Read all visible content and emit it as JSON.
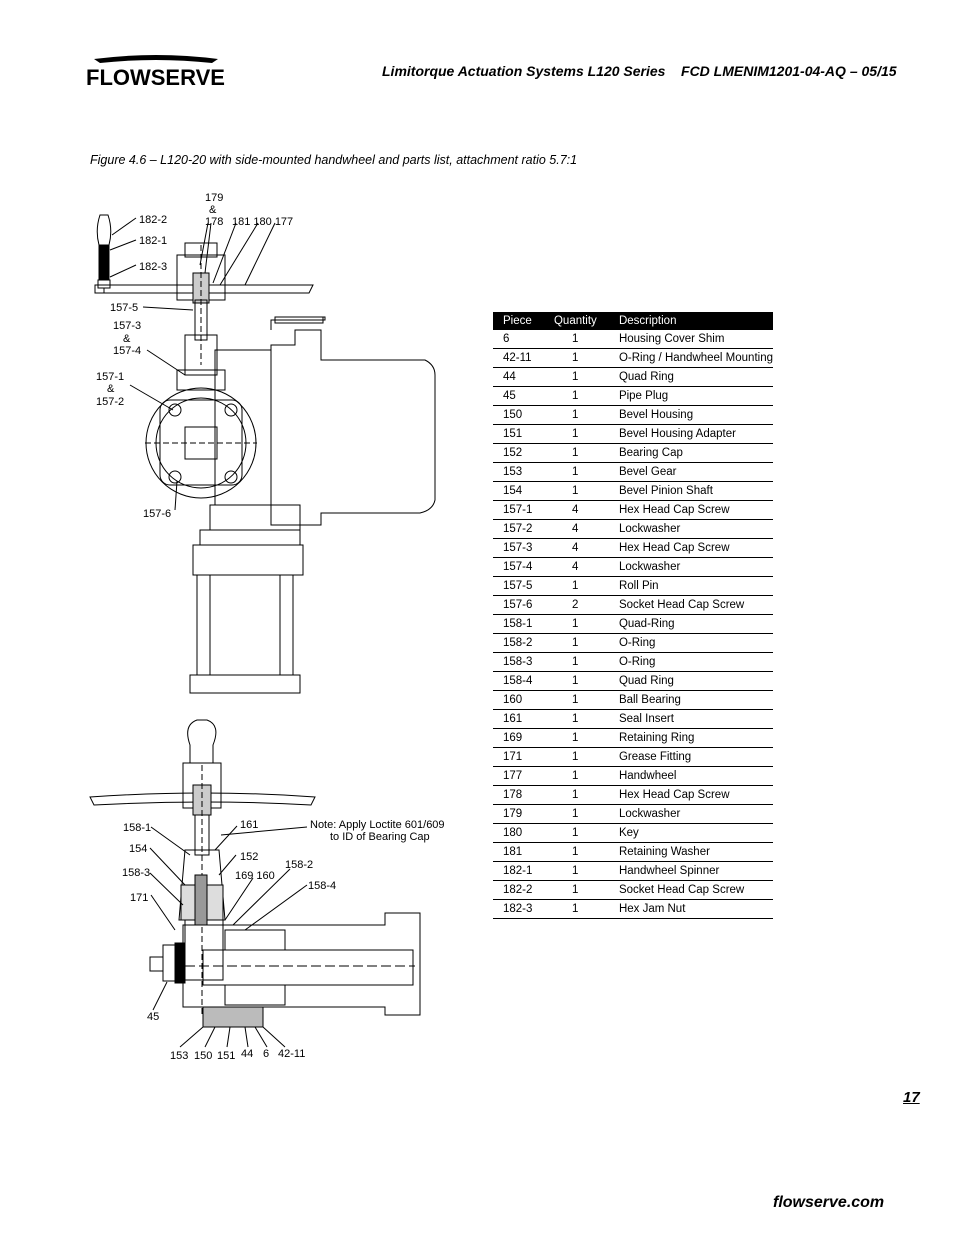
{
  "header": {
    "brand": "FLOWSERVE",
    "title": "Limitorque Actuation Systems L120 Series    FCD LMENIM1201-04-AQ – 05/15"
  },
  "figure": {
    "caption": "Figure 4.6 – L120-20 with side-mounted handwheel and parts list, attachment ratio 5.7:1",
    "top_labels": {
      "l179": "179",
      "amp1": "&",
      "l178": "178",
      "l181_180_177": "181 180 177",
      "l182_2": "182-2",
      "l182_1": "182-1",
      "l182_3": "182-3",
      "l157_5": "157-5",
      "l157_3": "157-3",
      "amp2": "&",
      "l157_4": "157-4",
      "l157_1": "157-1",
      "amp3": "&",
      "l157_2": "157-2",
      "l157_6": "157-6"
    },
    "bottom_labels": {
      "l158_1": "158-1",
      "l161": "161",
      "l154": "154",
      "l152": "152",
      "l158_3": "158-3",
      "l169_160": "169 160",
      "l158_2": "158-2",
      "l158_4": "158-4",
      "l171": "171",
      "l45": "45",
      "l153": "153",
      "l150": "150",
      "l151": "151",
      "l44": "44",
      "l6": "6",
      "l42_11": "42-11",
      "note_line1": "Note: Apply Loctite 601/609",
      "note_line2": "to ID of Bearing Cap"
    }
  },
  "parts_table": {
    "headers": [
      "Piece",
      "Quantity",
      "Description"
    ],
    "rows": [
      [
        "6",
        "1",
        "Housing Cover Shim"
      ],
      [
        "42-11",
        "1",
        "O-Ring / Handwheel Mounting"
      ],
      [
        "44",
        "1",
        "Quad Ring"
      ],
      [
        "45",
        "1",
        "Pipe Plug"
      ],
      [
        "150",
        "1",
        "Bevel Housing"
      ],
      [
        "151",
        "1",
        "Bevel Housing Adapter"
      ],
      [
        "152",
        "1",
        "Bearing Cap"
      ],
      [
        "153",
        "1",
        "Bevel Gear"
      ],
      [
        "154",
        "1",
        "Bevel Pinion Shaft"
      ],
      [
        "157-1",
        "4",
        "Hex Head Cap Screw"
      ],
      [
        "157-2",
        "4",
        "Lockwasher"
      ],
      [
        "157-3",
        "4",
        "Hex Head Cap Screw"
      ],
      [
        "157-4",
        "4",
        "Lockwasher"
      ],
      [
        "157-5",
        "1",
        "Roll Pin"
      ],
      [
        "157-6",
        "2",
        "Socket Head Cap Screw"
      ],
      [
        "158-1",
        "1",
        "Quad-Ring"
      ],
      [
        "158-2",
        "1",
        "O-Ring"
      ],
      [
        "158-3",
        "1",
        "O-Ring"
      ],
      [
        "158-4",
        "1",
        "Quad Ring"
      ],
      [
        "160",
        "1",
        "Ball Bearing"
      ],
      [
        "161",
        "1",
        "Seal Insert"
      ],
      [
        "169",
        "1",
        "Retaining Ring"
      ],
      [
        "171",
        "1",
        "Grease Fitting"
      ],
      [
        "177",
        "1",
        "Handwheel"
      ],
      [
        "178",
        "1",
        "Hex Head Cap Screw"
      ],
      [
        "179",
        "1",
        "Lockwasher"
      ],
      [
        "180",
        "1",
        "Key"
      ],
      [
        "181",
        "1",
        "Retaining Washer"
      ],
      [
        "182-1",
        "1",
        "Handwheel Spinner"
      ],
      [
        "182-2",
        "1",
        "Socket Head Cap Screw"
      ],
      [
        "182-3",
        "1",
        "Hex Jam Nut"
      ]
    ]
  },
  "footer": {
    "page_number": "17",
    "url": "flowserve.com"
  }
}
